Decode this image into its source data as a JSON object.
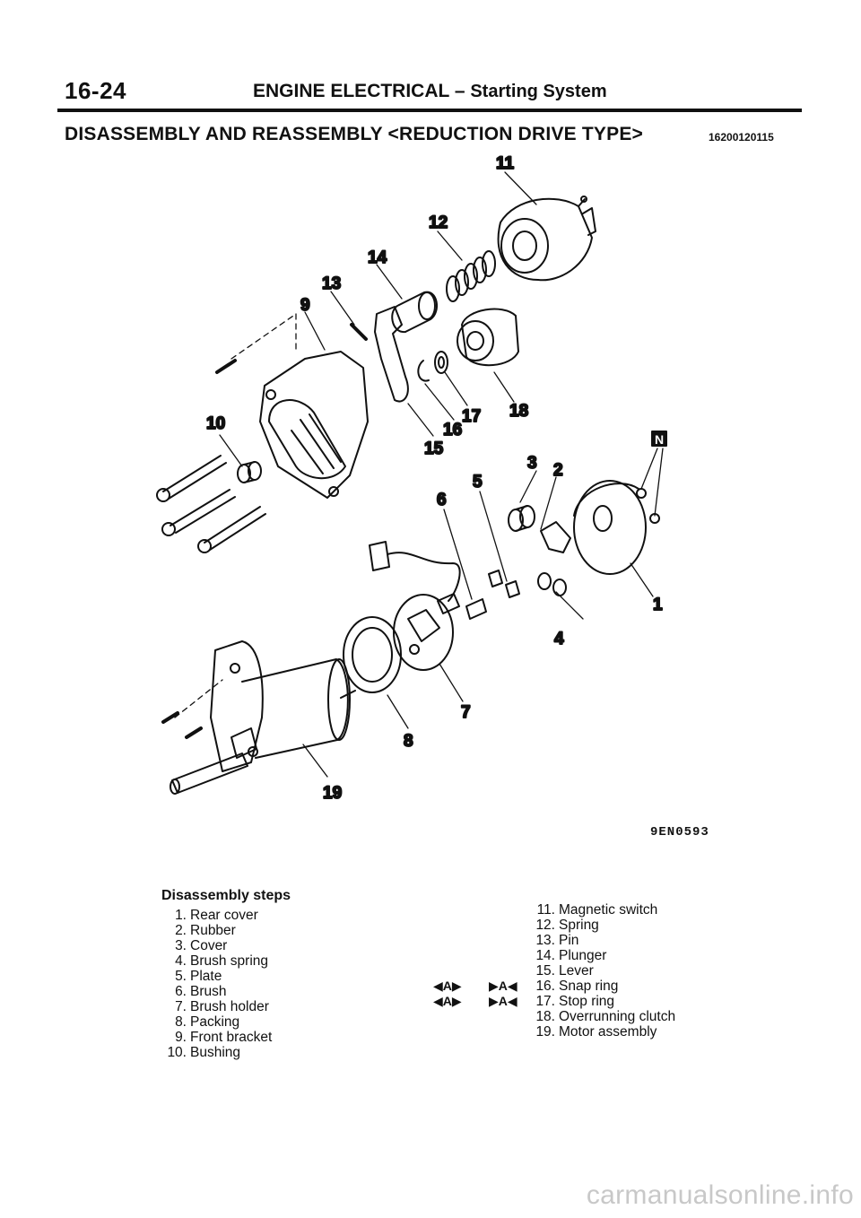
{
  "header": {
    "page_number": "16-24",
    "section": "ENGINE ELECTRICAL",
    "dash": "–",
    "subsection": "Starting System"
  },
  "title": "DISASSEMBLY AND REASSEMBLY <REDUCTION DRIVE TYPE>",
  "doc_code": "16200120115",
  "figure": {
    "code": "9EN0593",
    "callouts": [
      "1",
      "2",
      "3",
      "4",
      "5",
      "6",
      "7",
      "8",
      "9",
      "10",
      "11",
      "12",
      "13",
      "14",
      "15",
      "16",
      "17",
      "18",
      "19"
    ],
    "n_marker": "N"
  },
  "steps": {
    "heading": "Disassembly steps",
    "left": [
      {
        "num": "1.",
        "label": "Rear cover"
      },
      {
        "num": "2.",
        "label": "Rubber"
      },
      {
        "num": "3.",
        "label": "Cover"
      },
      {
        "num": "4.",
        "label": "Brush spring"
      },
      {
        "num": "5.",
        "label": "Plate"
      },
      {
        "num": "6.",
        "label": "Brush"
      },
      {
        "num": "7.",
        "label": "Brush holder"
      },
      {
        "num": "8.",
        "label": "Packing"
      },
      {
        "num": "9.",
        "label": "Front bracket"
      },
      {
        "num": "10.",
        "label": "Bushing"
      }
    ],
    "right": [
      {
        "num": "11.",
        "label": "Magnetic switch"
      },
      {
        "num": "12.",
        "label": "Spring"
      },
      {
        "num": "13.",
        "label": "Pin"
      },
      {
        "num": "14.",
        "label": "Plunger"
      },
      {
        "num": "15.",
        "label": "Lever"
      },
      {
        "num": "16.",
        "label": "Snap ring"
      },
      {
        "num": "17.",
        "label": "Stop ring"
      },
      {
        "num": "18.",
        "label": "Overrunning clutch"
      },
      {
        "num": "19.",
        "label": "Motor assembly"
      }
    ],
    "marks": {
      "disassembly": "◀A▶",
      "reassembly": "▶A◀"
    }
  },
  "watermark": "carmanualsonline.info"
}
